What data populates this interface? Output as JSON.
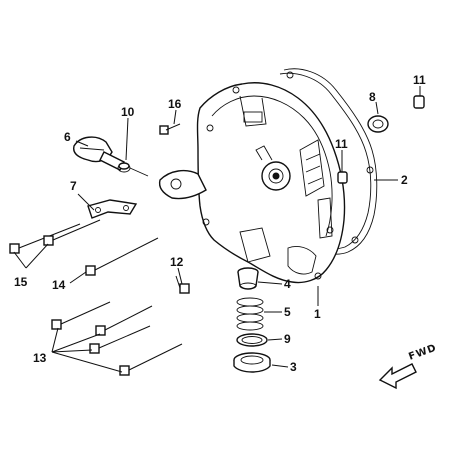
{
  "callouts": [
    {
      "id": "c1",
      "text": "1"
    },
    {
      "id": "c2",
      "text": "2"
    },
    {
      "id": "c3",
      "text": "3"
    },
    {
      "id": "c4",
      "text": "4"
    },
    {
      "id": "c5",
      "text": "5"
    },
    {
      "id": "c6",
      "text": "6"
    },
    {
      "id": "c7",
      "text": "7"
    },
    {
      "id": "c8",
      "text": "8"
    },
    {
      "id": "c9",
      "text": "9"
    },
    {
      "id": "c10",
      "text": "10"
    },
    {
      "id": "c11a",
      "text": "11"
    },
    {
      "id": "c11b",
      "text": "11"
    },
    {
      "id": "c12",
      "text": "12"
    },
    {
      "id": "c13",
      "text": "13"
    },
    {
      "id": "c14",
      "text": "14"
    },
    {
      "id": "c15",
      "text": "15"
    },
    {
      "id": "c16",
      "text": "16"
    }
  ],
  "direction_label": "FWD"
}
